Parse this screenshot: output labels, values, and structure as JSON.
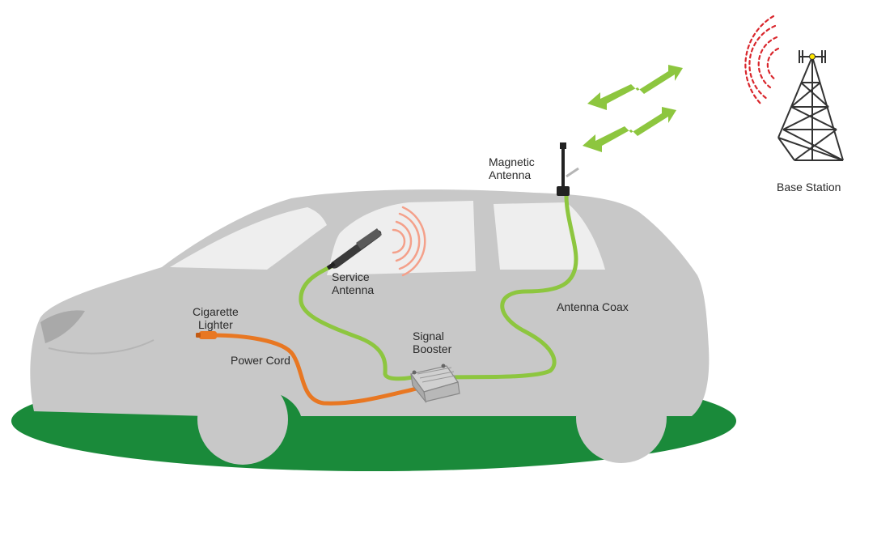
{
  "labels": {
    "magnetic_antenna": [
      "Magnetic",
      "Antenna"
    ],
    "base_station": "Base Station",
    "service_antenna": [
      "Service",
      "Antenna"
    ],
    "antenna_coax": "Antenna Coax",
    "cigarette_lighter": [
      "Cigarette",
      "Lighter"
    ],
    "signal_booster": [
      "Signal",
      "Booster"
    ],
    "power_cord": "Power Cord"
  },
  "colors": {
    "ground": "#1a8a3a",
    "car_body": "#c8c8c8",
    "car_window": "#eeeeee",
    "coax_cable": "#8dc63f",
    "power_cable": "#e87722",
    "signal_arrow": "#8dc63f",
    "base_waves": "#d9262c",
    "service_waves": "#f4a08a",
    "tower": "#333333",
    "tower_light": "#ffe600"
  }
}
